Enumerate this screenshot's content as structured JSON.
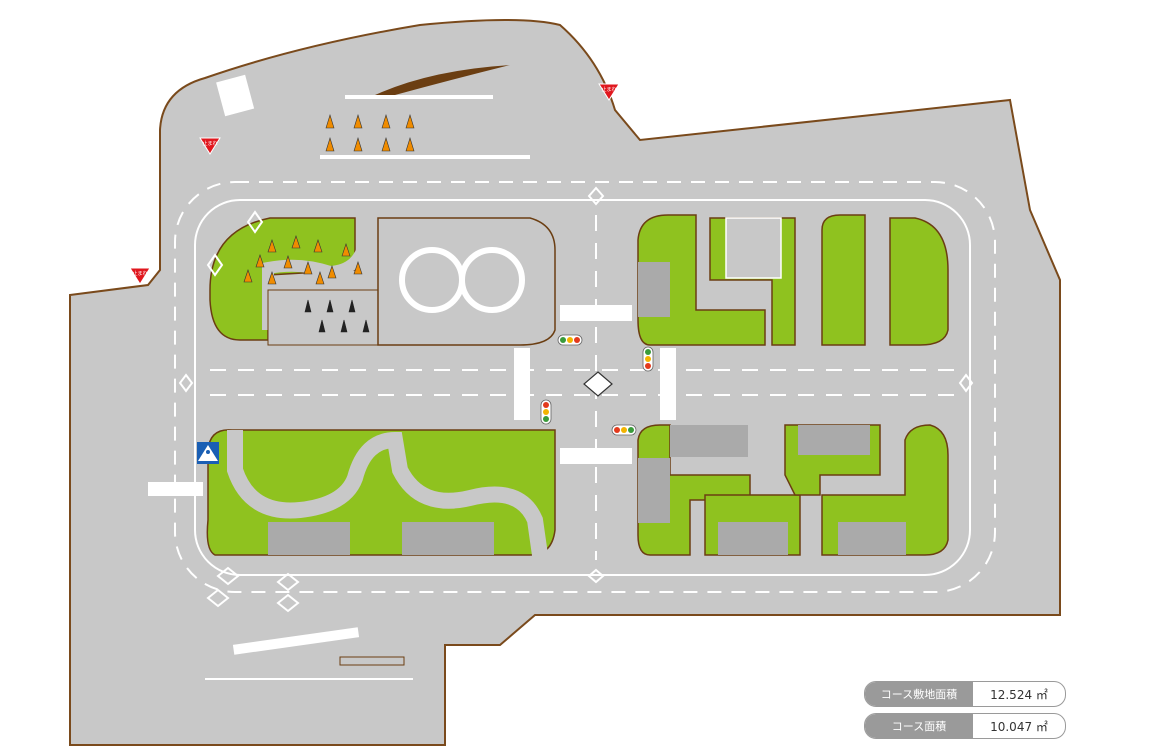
{
  "colors": {
    "road": "#c8c8c8",
    "road_edge": "#7a4a1c",
    "grass": "#8fc21f",
    "grass_edge": "#6b3e12",
    "building": "#aaaaaa",
    "marking": "#ffffff",
    "stop_sign": "#e0171e",
    "cone": "#f08c00",
    "signal_red": "#e33a1d",
    "signal_yellow": "#f3b400",
    "signal_green": "#3a9b3a",
    "pedestrian_sign": "#1a5fb4",
    "table_label_bg": "#9a9a9a"
  },
  "stop_sign_text": "止まれ",
  "icons": {
    "stop": "stop-sign-icon",
    "pedestrian": "pedestrian-crossing-icon",
    "signal": "traffic-signal-icon",
    "cone": "traffic-cone-icon"
  },
  "area_table": {
    "rows": [
      {
        "label": "コース敷地面積",
        "value": "12.524 ㎡"
      },
      {
        "label": "コース面積",
        "value": "10.047 ㎡"
      }
    ]
  }
}
